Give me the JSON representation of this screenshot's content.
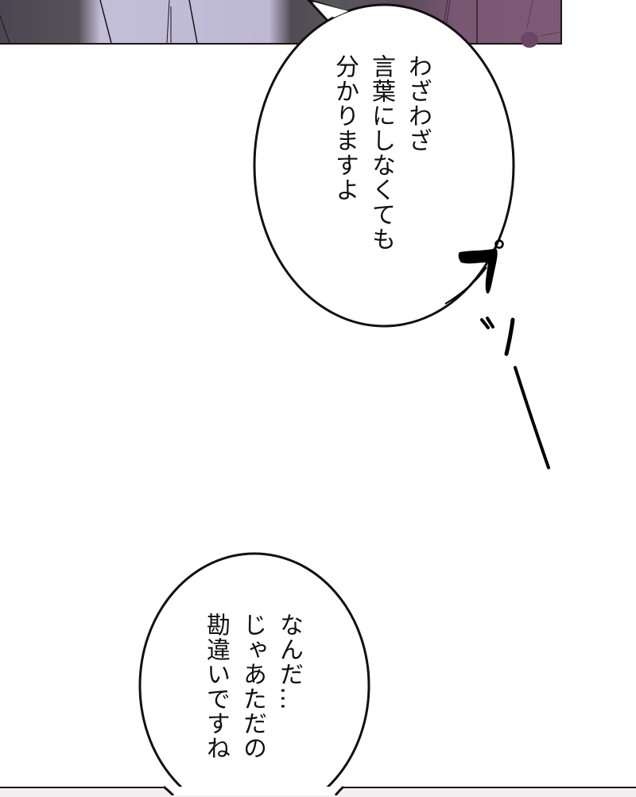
{
  "comic": {
    "panels": [
      {
        "id": "top-panel",
        "description": "illustration panel (cropped) with gray, lavender and purple tones"
      },
      {
        "id": "bottom-panel",
        "description": "next panel edge, light pink"
      }
    ],
    "bubbles": [
      {
        "id": "bubble-1",
        "text": "わざわざ\n言葉にしなくても\n分かりますよ",
        "lines": [
          "わざわざ",
          "言葉にしなくても",
          "分かりますよ"
        ]
      },
      {
        "id": "bubble-2",
        "text": "なんだ…\nじゃあただの\n勘違いですね",
        "lines": [
          "なんだ…",
          "じゃあただの",
          "勘違いですね"
        ]
      }
    ],
    "sfx": {
      "text": "プッ",
      "description": "hand-drawn sound effect with long trailing stroke"
    }
  },
  "colors": {
    "outline": "#111111",
    "background": "#ffffff",
    "panel_lavender": "#bdb8d4",
    "panel_gray": "#4e4b52",
    "panel_purple": "#7d5a76",
    "panel_bottom": "#f3eeef"
  }
}
